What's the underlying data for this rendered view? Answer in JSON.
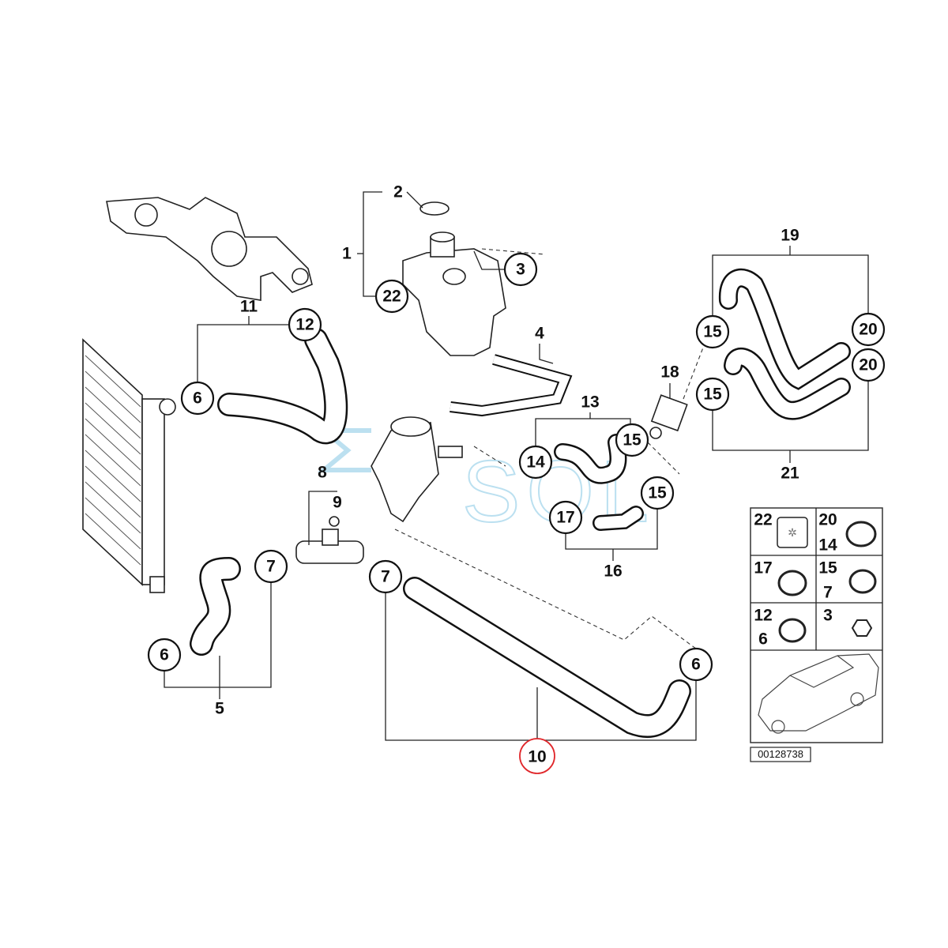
{
  "diagram": {
    "callouts": [
      "1",
      "2",
      "3",
      "4",
      "5",
      "6",
      "6",
      "6",
      "7",
      "7",
      "8",
      "9",
      "10",
      "11",
      "12",
      "13",
      "14",
      "15",
      "15",
      "15",
      "15",
      "16",
      "17",
      "18",
      "19",
      "20",
      "20",
      "21",
      "22"
    ],
    "highlighted_callout": "10",
    "highlight_color": "#e0262a",
    "watermark": "SOL",
    "watermark_color": "#9fd3ea"
  },
  "legend": {
    "cells": [
      {
        "numbers": [
          "22"
        ],
        "icon": "sticker-icon"
      },
      {
        "numbers": [
          "20",
          "14"
        ],
        "icon": "hose-clamp-icon"
      },
      {
        "numbers": [
          "17"
        ],
        "icon": "hose-clamp-icon"
      },
      {
        "numbers": [
          "15",
          "7"
        ],
        "icon": "spring-clamp-icon"
      },
      {
        "numbers": [
          "12",
          "6"
        ],
        "icon": "hose-clamp-icon"
      },
      {
        "numbers": [
          "3"
        ],
        "icon": "hex-nut-icon"
      }
    ],
    "diagram_number": "00128738"
  }
}
